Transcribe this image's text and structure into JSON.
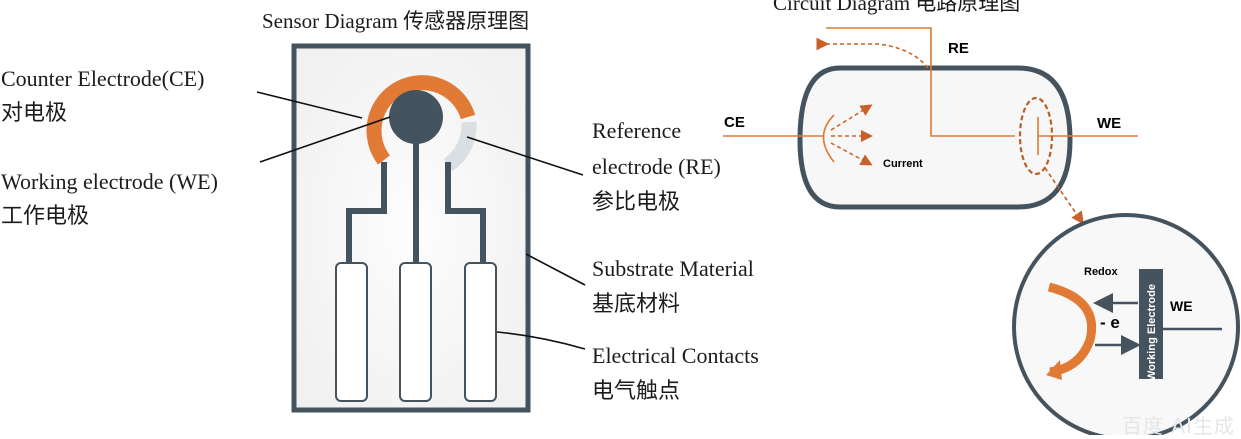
{
  "sensor_diagram": {
    "title": "Sensor Diagram 传感器原理图",
    "labels": {
      "counter_electrode_en": "Counter Electrode(CE)",
      "counter_electrode_zh": "对电极",
      "working_electrode_en": "Working electrode (WE)",
      "working_electrode_zh": "工作电极",
      "reference_electrode_en_1": "Reference",
      "reference_electrode_en_2": "electrode (RE)",
      "reference_electrode_zh": "参比电极",
      "substrate_en": "Substrate Material",
      "substrate_zh": "基底材料",
      "contacts_en": "Electrical Contacts",
      "contacts_zh": "电气触点"
    }
  },
  "circuit_diagram": {
    "title": "Circuit Diagram 电路原理图",
    "labels": {
      "re": "RE",
      "ce": "CE",
      "we": "WE",
      "current": "Current"
    }
  },
  "detail_inset": {
    "redox": "Redox",
    "electron": "- e",
    "we": "WE",
    "working_electrode": "Working Electrode"
  },
  "colors": {
    "orange": "#e07a34",
    "dark_slate": "#44535e",
    "light_gray": "#d9dfe3",
    "background": "#f6f6f6"
  },
  "watermark": "百度 AI生成"
}
